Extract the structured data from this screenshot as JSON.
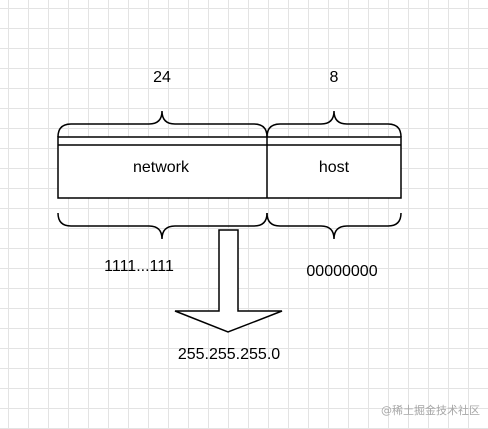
{
  "diagram": {
    "labels": {
      "network_bits": "24",
      "host_bits": "8",
      "network": "network",
      "host": "host",
      "network_binary": "1111...111",
      "host_binary": "00000000",
      "subnet_mask": "255.255.255.0"
    },
    "watermark": "@稀土掘金技术社区"
  }
}
